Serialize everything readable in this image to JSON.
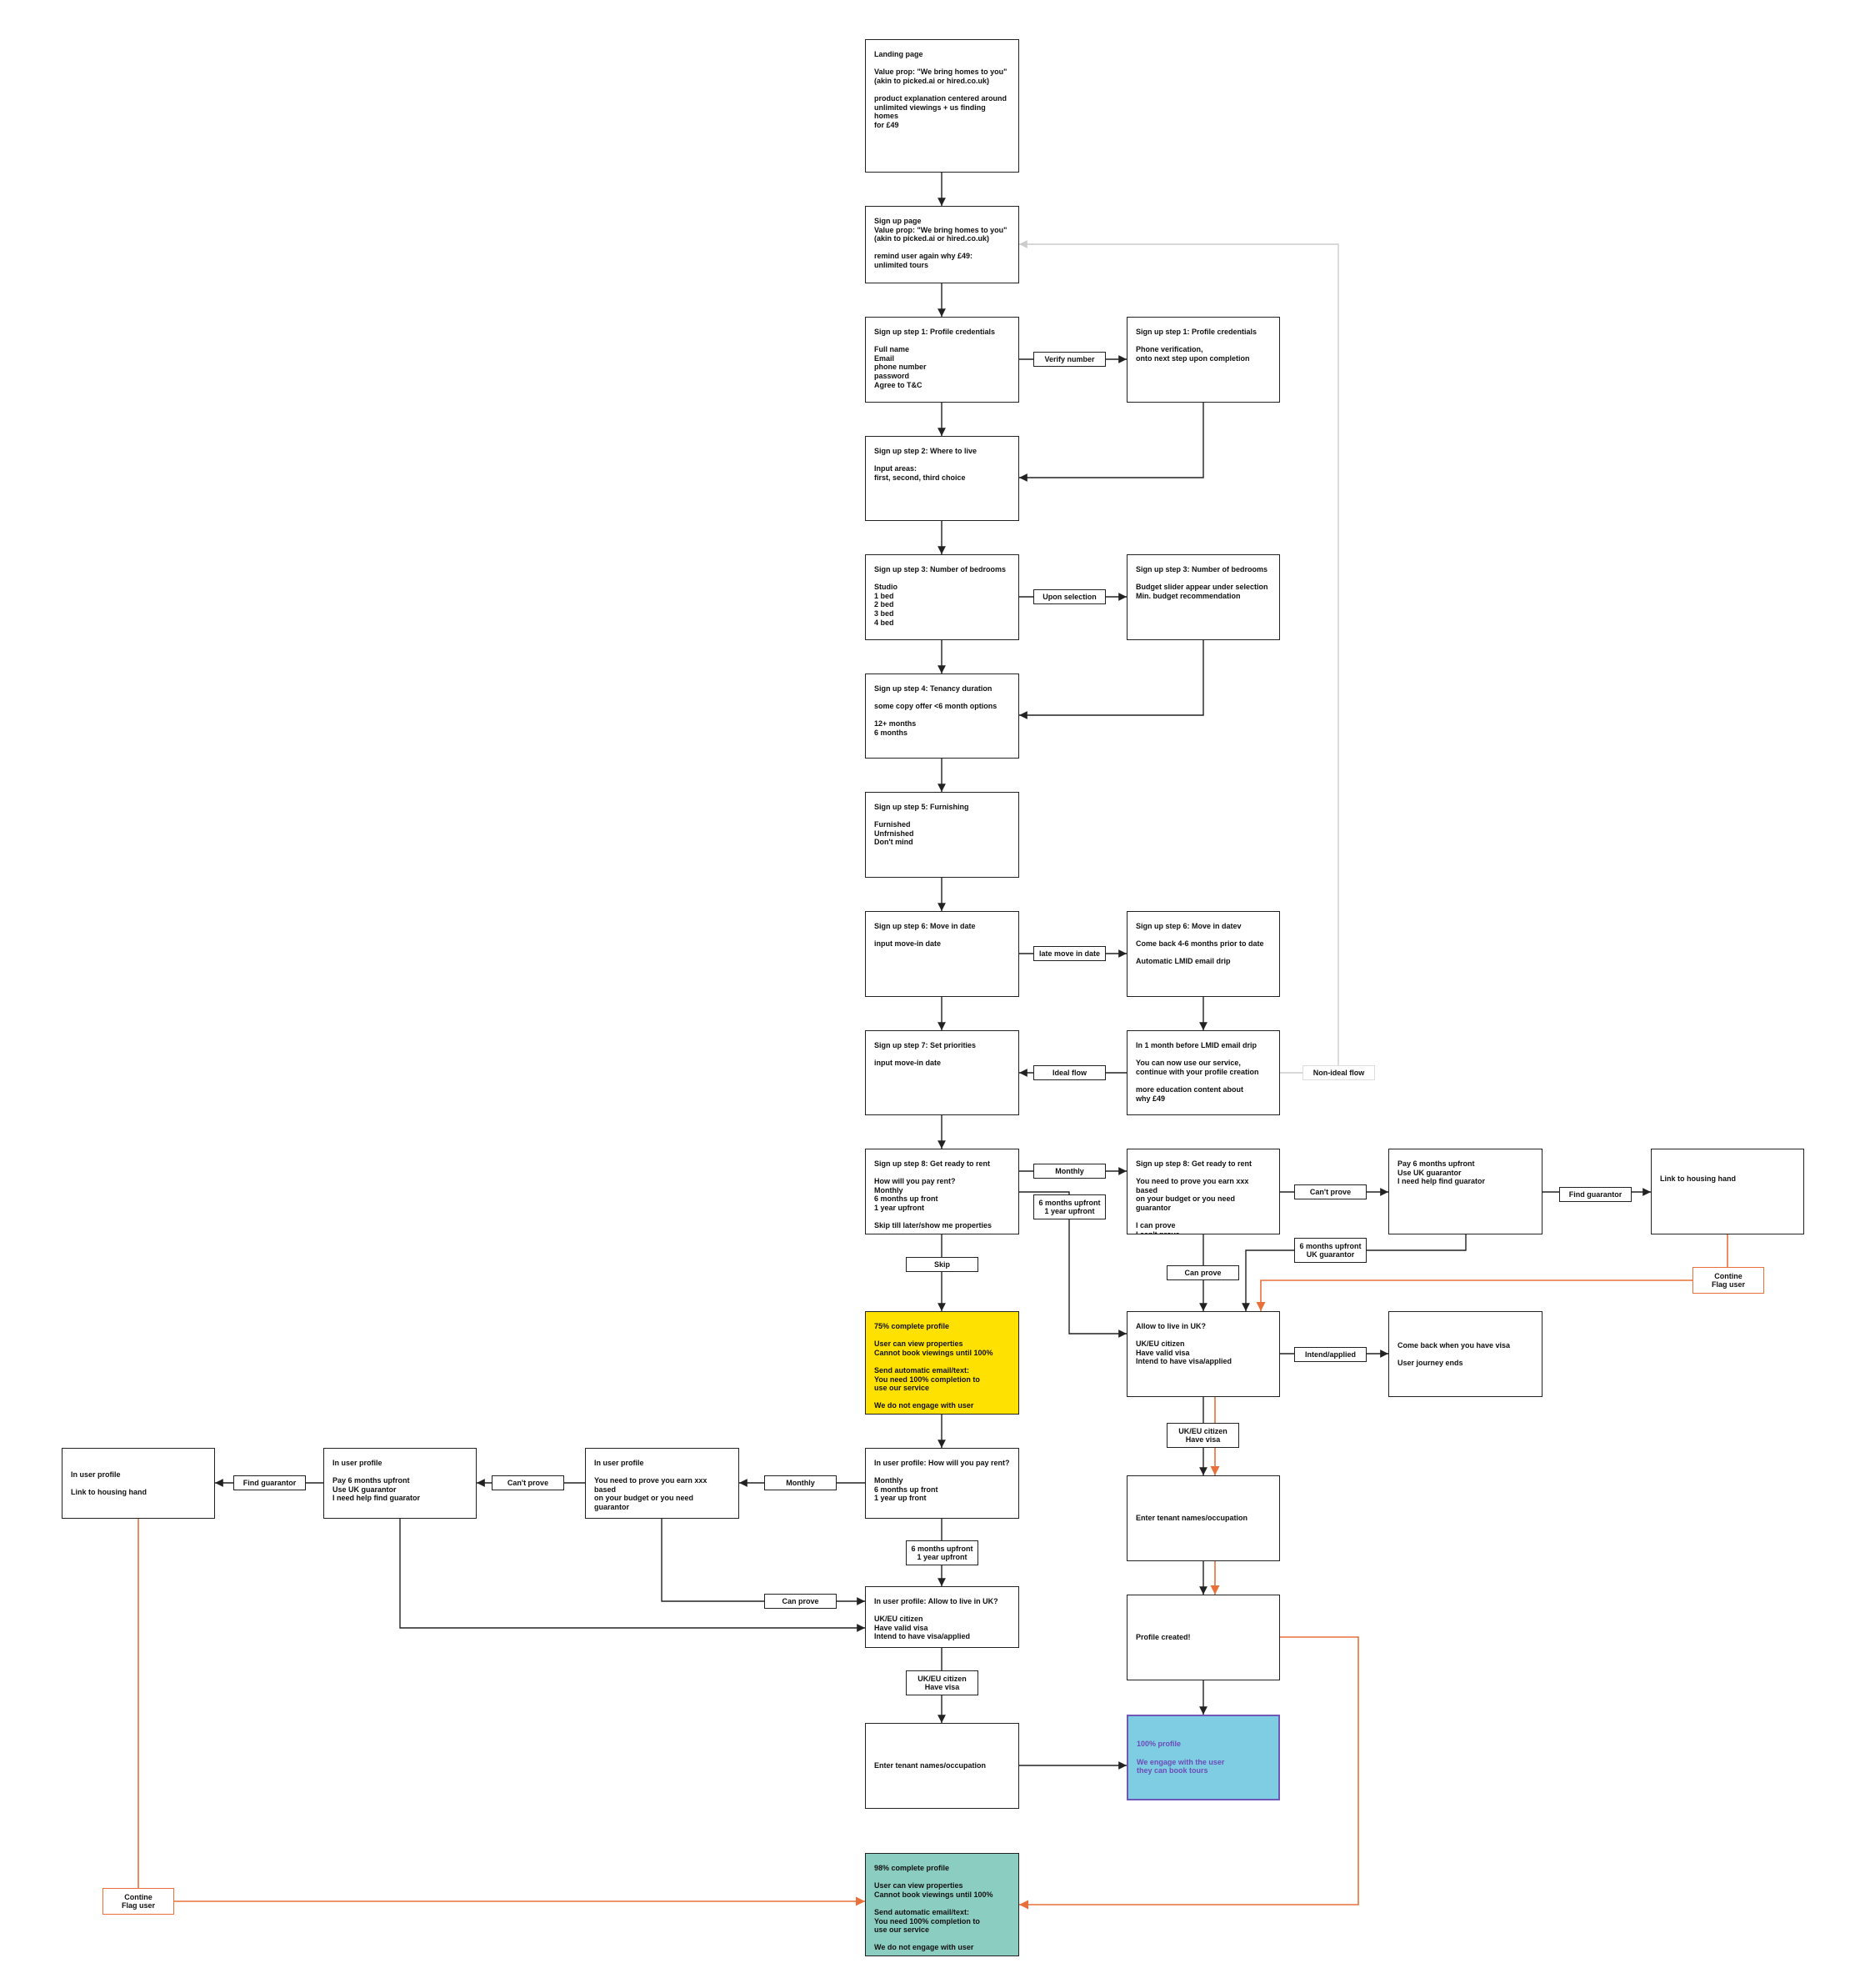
{
  "colors": {
    "line": "#222222",
    "accent_orange": "#e8703a",
    "non_ideal_line": "#cccccc",
    "yellow_fill": "#ffe100",
    "teal_fill": "#8ccdc1",
    "blue_fill": "#7ecde3",
    "blue_text": "#6f4bb8"
  },
  "nodes": {
    "landing": "Landing page\n\nValue prop: \"We bring homes to you\"\n(akin to picked.ai or hired.co.uk)\n\nproduct explanation centered around\nunlimited viewings + us finding homes\nfor £49",
    "signup": "Sign up page\nValue prop: \"We bring homes to you\"\n(akin to picked.ai or hired.co.uk)\n\nremind user again why £49:\nunlimited tours",
    "step1": "Sign up step 1: Profile credentials\n\nFull name\nEmail\nphone number\npassword\nAgree to T&C",
    "step1b": "Sign up step 1: Profile credentials\n\nPhone verification,\nonto next step upon completion",
    "step2": "Sign up step 2: Where to live\n\nInput areas:\nfirst, second, third choice",
    "step3": "Sign up step 3: Number of bedrooms\n\nStudio\n1 bed\n2 bed\n3 bed\n4 bed",
    "step3b": "Sign up step 3: Number of bedrooms\n\nBudget slider appear under selection\nMin. budget recommendation",
    "step4": "Sign up step 4: Tenancy duration\n\nsome copy offer <6 month options\n\n12+ months\n6 months",
    "step5": "Sign up step 5: Furnishing\n\nFurnished\nUnfrnished\nDon't mind",
    "step6": "Sign up step 6: Move in date\n\ninput move-in date",
    "step6b": "Sign up step 6: Move in datev\n\nCome back 4-6 months prior to date\n\nAutomatic LMID email drip",
    "step7": "Sign up step 7: Set priorities\n\ninput move-in date",
    "drip": "In 1 month before LMID email drip\n\nYou can now use our service,\ncontinue with your profile creation\n\nmore education content about\nwhy £49",
    "step8": "Sign up step 8: Get ready to rent\n\nHow will you pay rent?\nMonthly\n6 months up front\n1 year upfront\n\nSkip till later/show me properties",
    "step8b": "Sign up step 8: Get ready to rent\n\nYou need to prove you earn xxx based\non your budget or you need guarantor\n\nI can prove\nI can't prove",
    "pay6": "Pay 6 months upfront\nUse UK guarantor\nI need help find guarator",
    "housing_link": "Link to housing hand",
    "allow_uk": "Allow to live in UK?\n\nUK/EU citizen\nHave valid visa\nIntend to have visa/applied",
    "come_back": "Come back when you have visa\n\nUser journey ends",
    "tenant_right": "Enter tenant names/occupation",
    "profile_created": "Profile created!",
    "complete100": "100% profile\n\nWe engage with the user\nthey can book tours",
    "complete75": "75% complete profile\n\nUser can view properties\nCannot book viewings until 100%\n\nSend automatic email/text:\nYou need 100% completion to\nuse our service\n\nWe do not engage with user",
    "profile_pay": "In user profile: How will you pay rent?\n\nMonthly\n6 months up front\n1 year up front",
    "profile_prove": "In user profile\n\nYou need to prove you earn xxx based\non your budget or you need guarantor\n\nI can prove\nI can't prove",
    "profile_pay6": "In user profile\n\nPay 6 months upfront\nUse UK guarantor\nI need help find guarator",
    "profile_housing": "In user profile\n\nLink to housing hand",
    "profile_allow": "In user profile: Allow to live in UK?\n\nUK/EU citizen\nHave valid visa\nIntend to have visa/applied",
    "tenant_center": "Enter tenant names/occupation",
    "complete98": "98% complete profile\n\nUser can view properties\nCannot book viewings until 100%\n\nSend automatic email/text:\nYou need 100% completion to\nuse our service\n\nWe do not engage with user"
  },
  "labels": {
    "verify_number": "Verify number",
    "upon_selection": "Upon selection",
    "late_move_in": "late move in date",
    "ideal_flow": "Ideal flow",
    "non_ideal_flow": "Non-ideal flow",
    "monthly": "Monthly",
    "six_months_1yr": "6 months upfront\n1 year upfront",
    "cant_prove": "Can't prove",
    "find_guarantor": "Find guarantor",
    "six_months_uk_guarantor": "6 months upfront\nUK guarantor",
    "can_prove": "Can prove",
    "continue_flag_right": "Contine\nFlag user",
    "skip": "Skip",
    "intend_applied": "Intend/applied",
    "uk_eu_right": "UK/EU citizen\nHave visa",
    "monthly_profile": "Monthly",
    "cant_prove_profile": "Can't prove",
    "find_guarantor_profile": "Find guarantor",
    "six_months_1yr_profile": "6 months upfront\n1 year upfront",
    "can_prove_profile": "Can prove",
    "uk_eu_center": "UK/EU citizen\nHave visa",
    "continue_flag_left": "Contine\nFlag user"
  }
}
